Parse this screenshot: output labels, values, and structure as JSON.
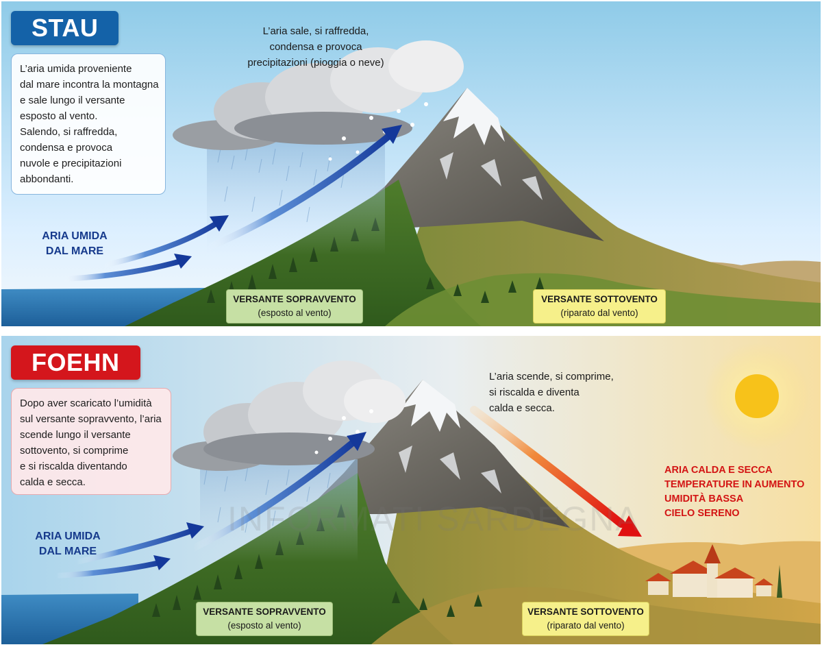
{
  "stau": {
    "title": "STAU",
    "title_color": "#1462a8",
    "description_lines": [
      "L’aria umida proveniente",
      "dal mare incontra la montagna",
      "e sale lungo il versante",
      "esposto al vento.",
      "Salendo, si raffredda,",
      "condensa e provoca",
      "nuvole e precipitazioni",
      "abbondanti."
    ],
    "cloud_caption_lines": [
      "L’aria sale, si raffredda,",
      "condensa e provoca",
      "precipitazioni (pioggia o neve)"
    ],
    "air_label_lines": [
      "ARIA UMIDA",
      "DAL MARE"
    ],
    "windward": {
      "title": "VERSANTE SOPRAVVENTO",
      "subtitle": "(esposto al vento)",
      "color": "#c6e0a4"
    },
    "leeward": {
      "title": "VERSANTE SOTTOVENTO",
      "subtitle": "(riparato dal vento)",
      "color": "#f6f08a"
    }
  },
  "foehn": {
    "title": "FOEHN",
    "title_color": "#d4161c",
    "description_lines": [
      "Dopo aver scaricato l’umidità",
      "sul versante sopravvento, l’aria",
      "scende lungo il versante",
      "sottovento, si comprime",
      "e si riscalda diventando",
      "calda e secca."
    ],
    "descent_caption_lines": [
      "L’aria scende, si comprime,",
      "si riscalda e diventa",
      "calda e secca."
    ],
    "air_label_lines": [
      "ARIA UMIDA",
      "DAL MARE"
    ],
    "warm_air_lines": [
      "ARIA CALDA E SECCA",
      "TEMPERATURE IN AUMENTO",
      "UMIDITÀ BASSA",
      "CIELO SERENO"
    ],
    "windward": {
      "title": "VERSANTE SOPRAVVENTO",
      "subtitle": "(esposto al vento)",
      "color": "#c6e0a4"
    },
    "leeward": {
      "title": "VERSANTE SOTTOVENTO",
      "subtitle": "(riparato dal vento)",
      "color": "#f6f08a"
    }
  },
  "watermark": "INFORMATI SARDEGNA"
}
